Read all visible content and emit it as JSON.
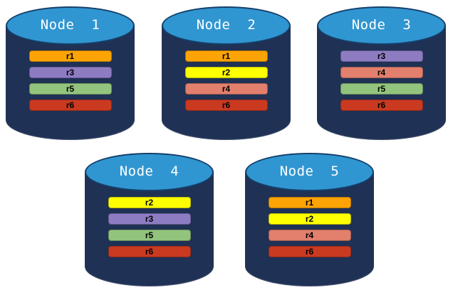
{
  "colors": {
    "cylinder_body": "#1F3154",
    "cylinder_top": "#3096D1",
    "cylinder_top_outline": "#15406B",
    "title_text": "#FFFFFF",
    "bar_text": "#000000",
    "replicas": {
      "r1": "#FCA405",
      "r2": "#FFFF00",
      "r3": "#8E7CC3",
      "r4": "#E27F6D",
      "r5": "#93C47D",
      "r6": "#C93A21"
    }
  },
  "nodes": [
    {
      "label": "Node  1",
      "replicas": [
        "r1",
        "r3",
        "r5",
        "r6"
      ]
    },
    {
      "label": "Node  2",
      "replicas": [
        "r1",
        "r2",
        "r4",
        "r6"
      ]
    },
    {
      "label": "Node  3",
      "replicas": [
        "r3",
        "r4",
        "r5",
        "r6"
      ]
    },
    {
      "label": "Node  4",
      "replicas": [
        "r2",
        "r3",
        "r5",
        "r6"
      ]
    },
    {
      "label": "Node  5",
      "replicas": [
        "r1",
        "r2",
        "r4",
        "r6"
      ]
    }
  ]
}
